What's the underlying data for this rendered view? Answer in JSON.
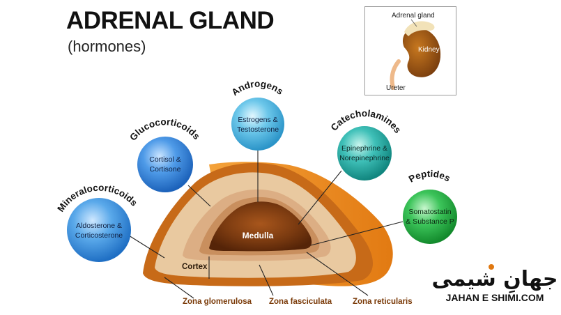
{
  "header": {
    "title": "ADRENAL GLAND",
    "subtitle": "(hormones)"
  },
  "inset": {
    "adrenal_label": "Adrenal gland",
    "kidney_label": "Kidney",
    "ureter_label": "Ureter"
  },
  "hormones": [
    {
      "group": "Mineralocorticoids",
      "line1": "Aldosterone &",
      "line2": "Corticosterone",
      "color": "#5aa9ea"
    },
    {
      "group": "Glucocorticoids",
      "line1": "Cortisol &",
      "line2": "Cortisone",
      "color": "#4f9be8"
    },
    {
      "group": "Androgens",
      "line1": "Estrogens &",
      "line2": "Testosterone",
      "color": "#6cc7ea"
    },
    {
      "group": "Catecholamines",
      "line1": "Epinephrine &",
      "line2": "Norepinephrine",
      "color": "#3fc0b8"
    },
    {
      "group": "Peptides",
      "line1": "Somatostatin",
      "line2": "& Substance P",
      "color": "#3cc45a"
    }
  ],
  "gland": {
    "medulla_label": "Medulla",
    "cortex_label": "Cortex",
    "zones": [
      "Zona glomerulosa",
      "Zona fasciculata",
      "Zona reticularis"
    ]
  },
  "logo": {
    "arabic": "جهانِ شیمی",
    "latin": "JAHAN E SHIMI.COM"
  }
}
